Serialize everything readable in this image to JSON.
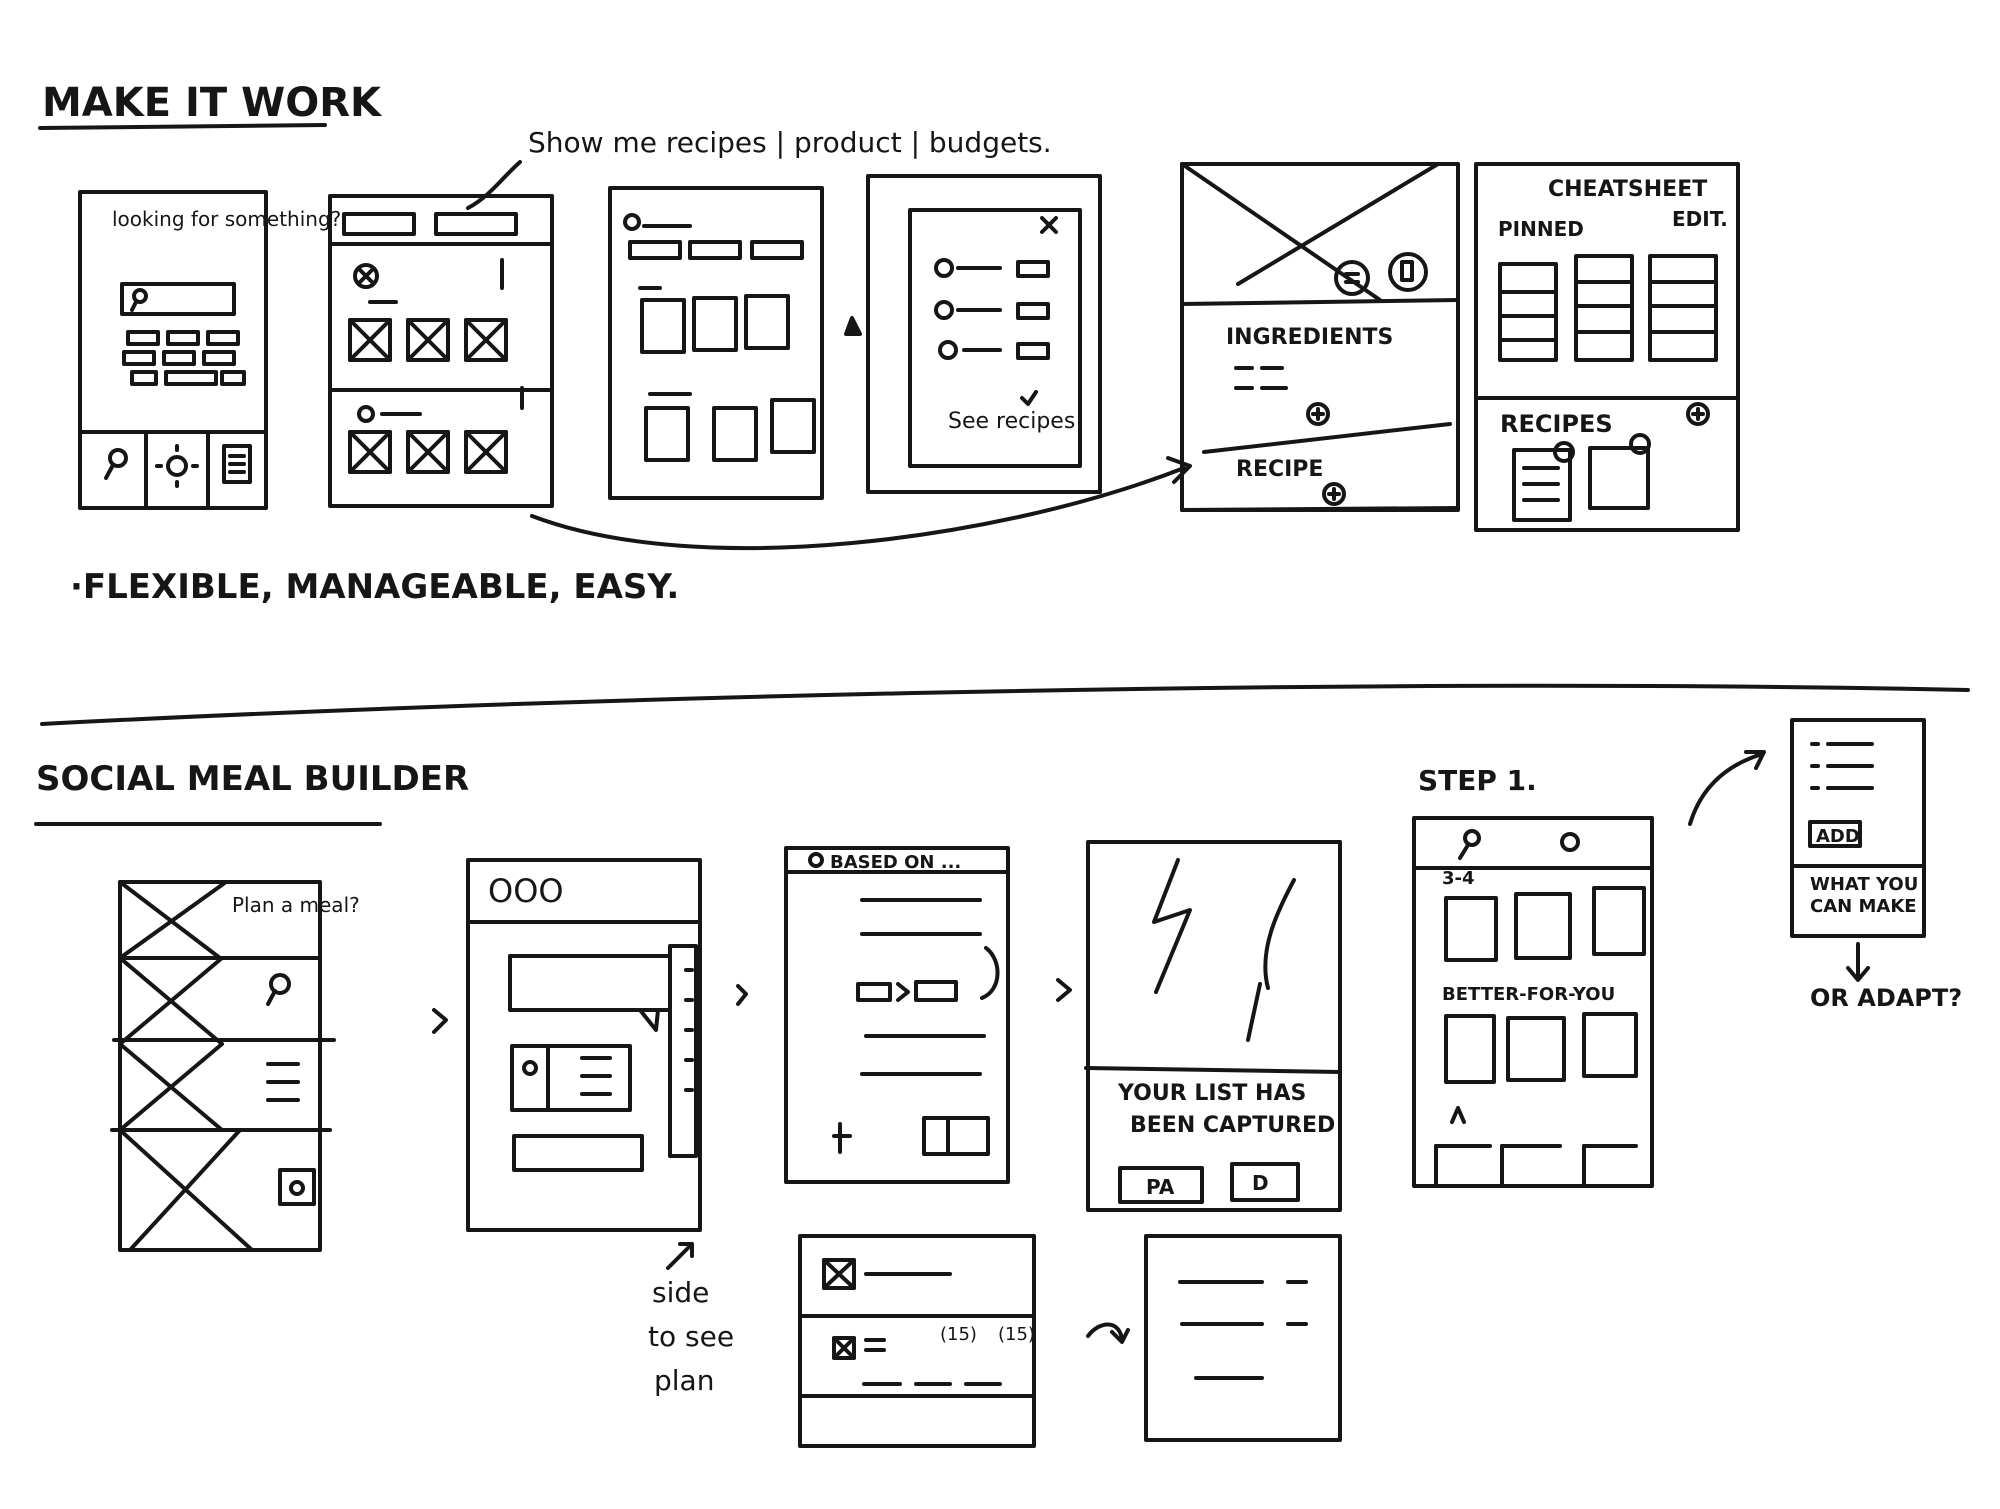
{
  "colors": {
    "ink": "#161616",
    "paper": "#ffffff"
  },
  "top_section": {
    "title": "MAKE IT WORK",
    "annotation": "Show me recipes | product | budgets.",
    "tagline": "·FLEXIBLE, MANAGEABLE, EASY.",
    "screen1": {
      "prompt": "looking for something?",
      "tab_icons": [
        "search-icon",
        "sun-icon",
        "list-icon"
      ]
    },
    "screen4": {
      "cta": "See recipes"
    },
    "screen5": {
      "section_ingredients": "INGREDIENTS",
      "section_recipe": "RECIPE"
    },
    "screen6": {
      "title": "CHEATSHEET",
      "pinned": "PINNED",
      "edit": "EDIT.",
      "recipes": "RECIPES"
    }
  },
  "bottom_section": {
    "title": "SOCIAL MEAL BUILDER",
    "screen1": {
      "prompt": "Plan a meal?"
    },
    "screen2": {
      "dots": "OOO"
    },
    "side_note": [
      "side",
      "to see",
      "plan"
    ],
    "screen3": {
      "header": "BASED ON ..."
    },
    "screen4": {
      "message_line1": "YOUR LIST HAS",
      "message_line2": "BEEN CAPTURED",
      "button_left": "PA",
      "button_right": "D"
    },
    "screen5": {
      "step": "STEP 1.",
      "range": "3-4",
      "section": "BETTER-FOR-YOU"
    },
    "screen6": {
      "add": "ADD",
      "what_line1": "WHAT YOU",
      "what_line2": "CAN MAKE",
      "or_adapt": "OR ADAPT?"
    },
    "plan_panel": {
      "badge1": "(15)",
      "badge2": "(15)"
    }
  }
}
